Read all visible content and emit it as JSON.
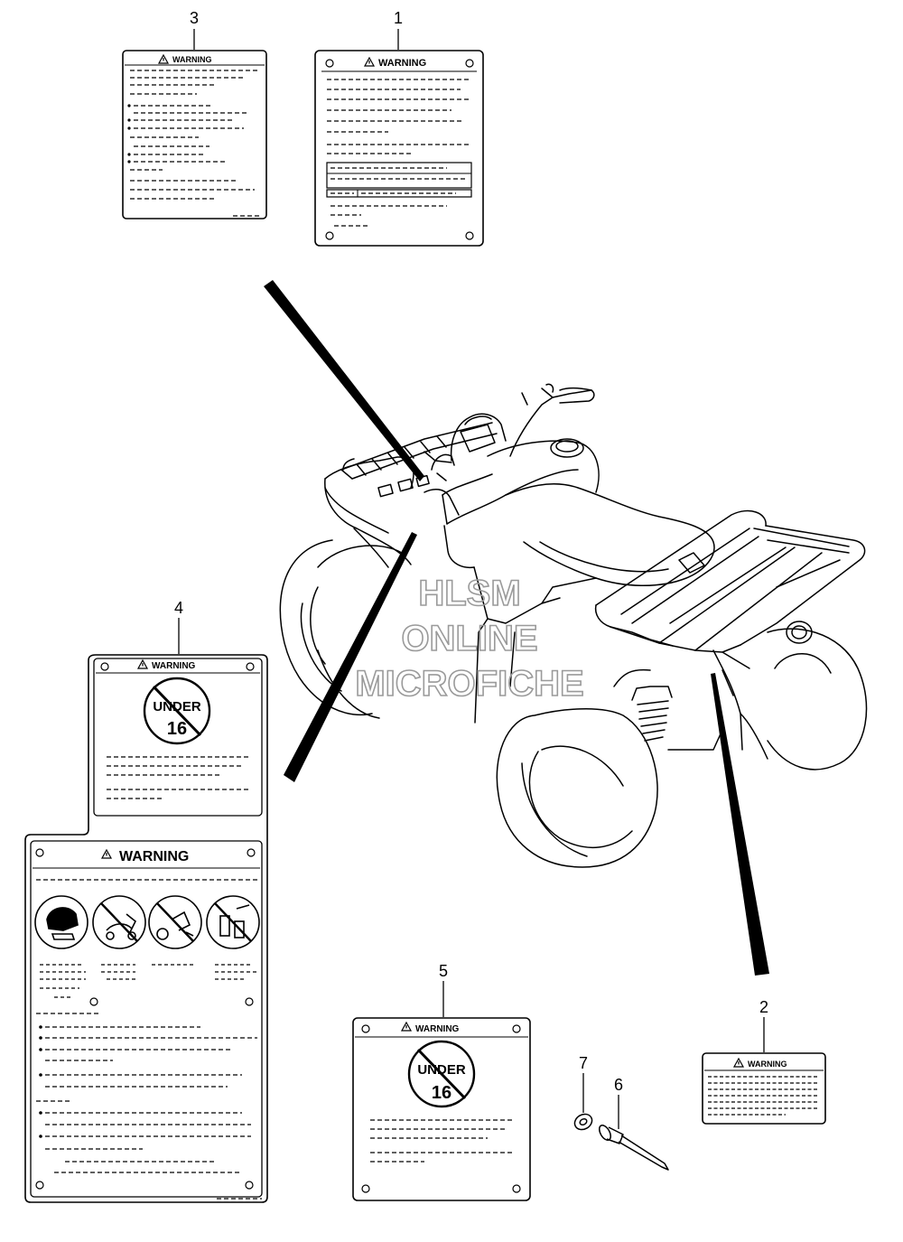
{
  "warning_text": "WARNING",
  "under_text": "UNDER",
  "age_text": "16",
  "callouts": [
    "1",
    "2",
    "3",
    "4",
    "5",
    "6",
    "7"
  ],
  "watermark": [
    "HLSM",
    "ONLINE",
    "MICROFICHE"
  ]
}
